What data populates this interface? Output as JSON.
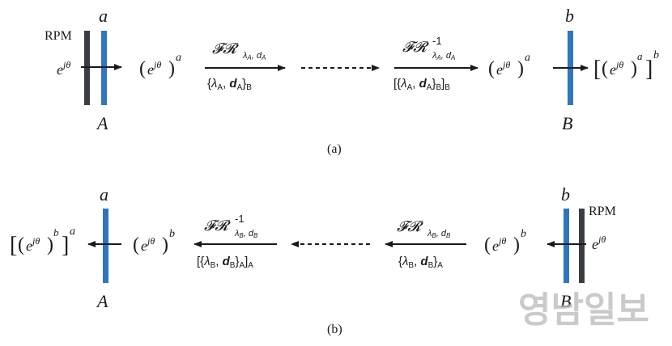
{
  "colors": {
    "blue": "#2f76c0",
    "dark": "#3a3d44",
    "ink": "#1a1a1a"
  },
  "a": {
    "caption": "(a)",
    "rpm_label": "RPM",
    "input_field": "e^{jθ}",
    "plane1_top": "a",
    "plane1_bottom": "A",
    "after_plane1": "(e^{jθ})^a",
    "fr_label": "𝓕𝓡 λA, dA",
    "fr_params": "{λA, dA}B",
    "inv_fr_label": "𝓕𝓡 -1 λA, dA",
    "inv_fr_params": "[{λA, dA}B]B",
    "after_inverse": "(e^{jθ})^a",
    "plane2_top": "b",
    "plane2_bottom": "B",
    "output_field": "[(e^{jθ})^a]^b"
  },
  "b": {
    "caption": "(b)",
    "rpm_label": "RPM",
    "input_field": "e^{jθ}",
    "plane_right_top": "b",
    "plane_right_bottom": "B",
    "after_plane_right": "(e^{jθ})^b",
    "fr_label": "𝓕𝓡 λB, dB",
    "fr_params": "{λB, dB}A",
    "inv_fr_label": "𝓕𝓡 -1 λB, dB",
    "inv_fr_params": "[{λB, dB}A]A",
    "after_inverse": "(e^{jθ})^b",
    "plane_left_top": "a",
    "plane_left_bottom": "A",
    "output_field": "[(e^{jθ})^b]^a"
  },
  "watermark": "영남일보"
}
